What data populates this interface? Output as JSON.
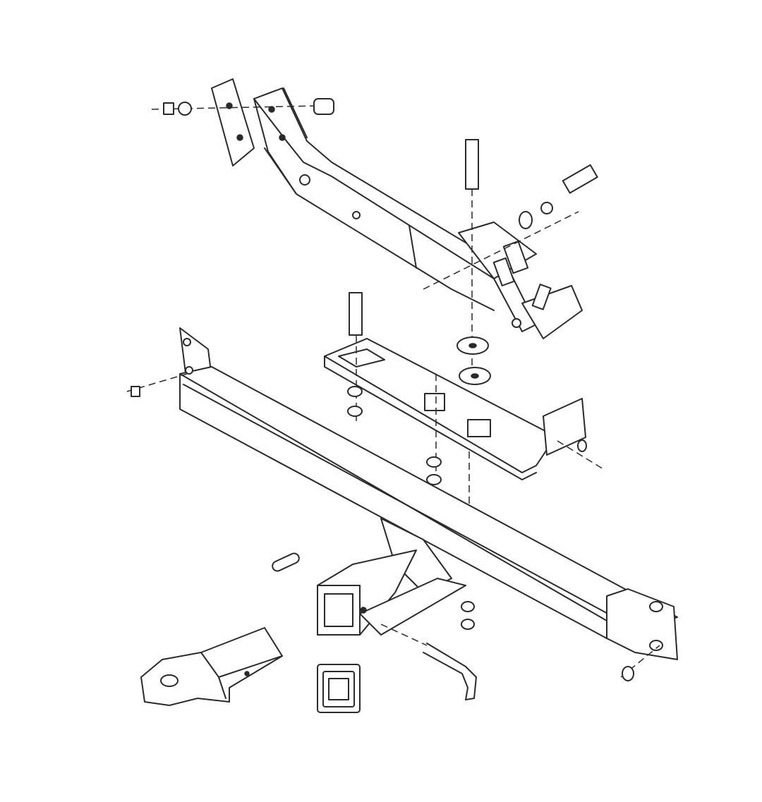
{
  "colors": {
    "line": "#2a2a2a",
    "background": "#ffffff"
  },
  "diagram": {
    "parts": [
      "upper-mounting-bracket",
      "middle-mounting-bracket",
      "main-crossbar",
      "receiver-tube",
      "ball-mount",
      "receiver-cover",
      "hitch-pin",
      "bolts",
      "washers",
      "nuts"
    ]
  }
}
